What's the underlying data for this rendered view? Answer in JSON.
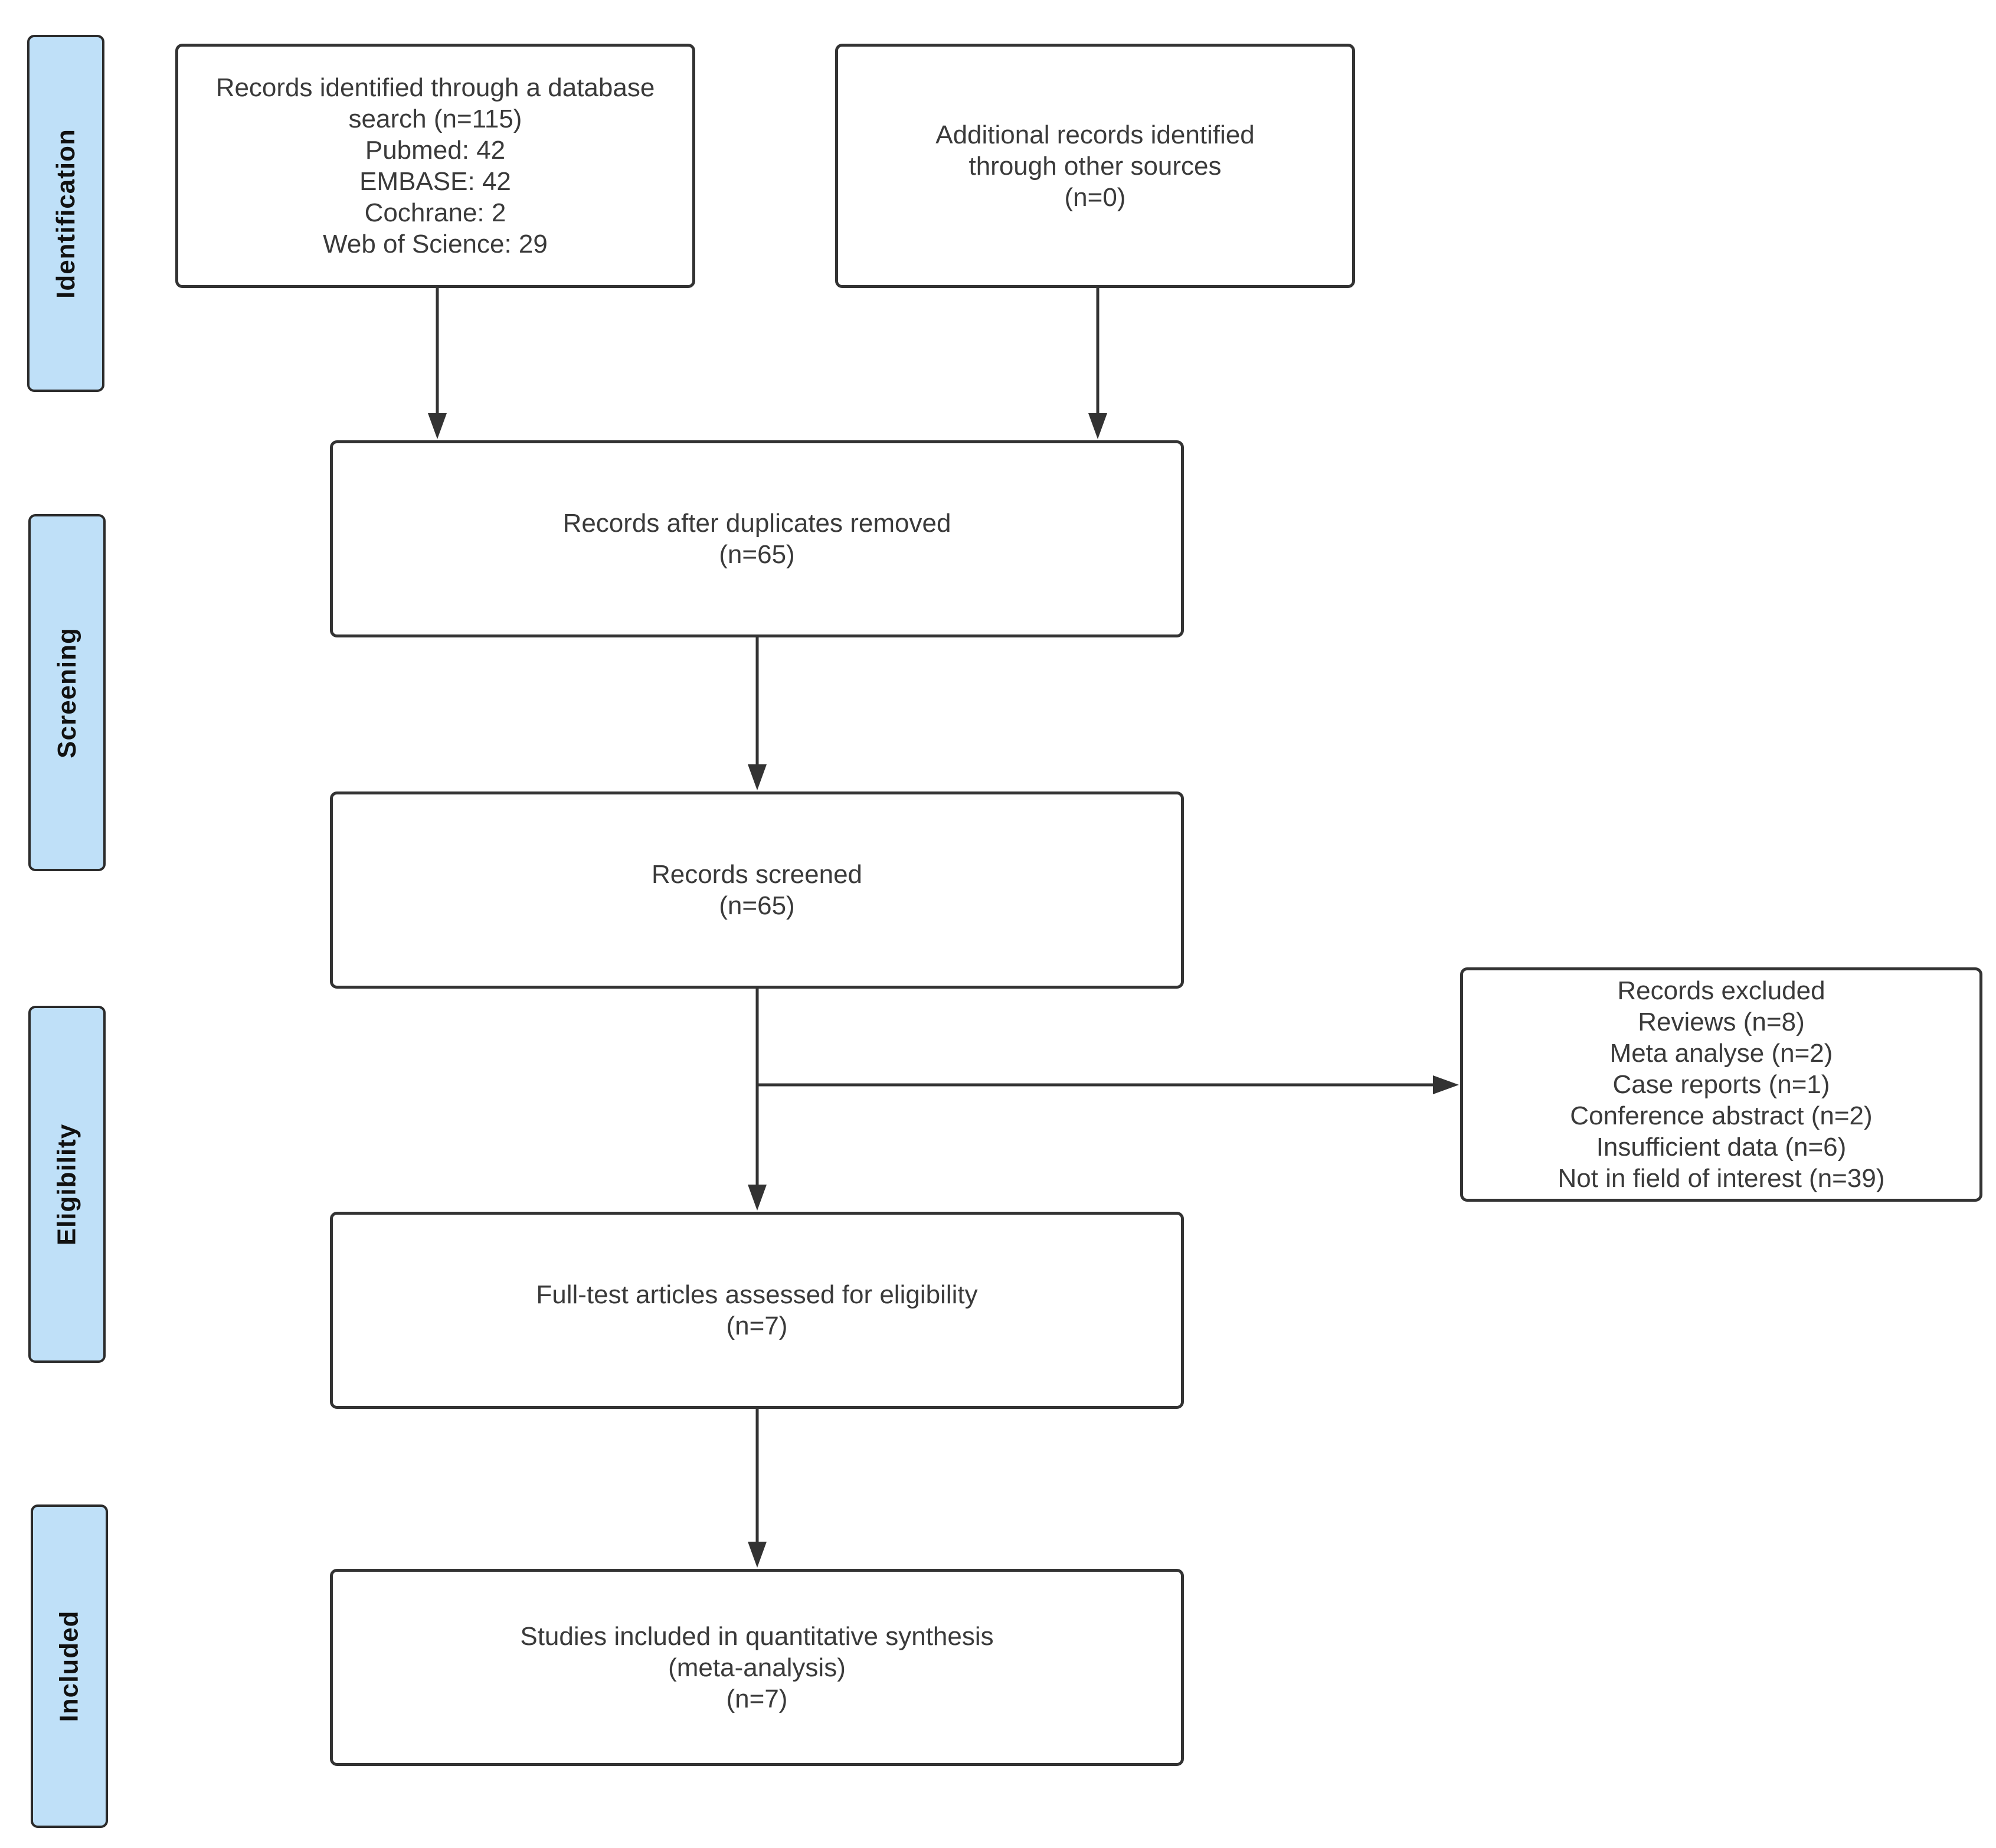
{
  "stages": {
    "identification": "Identification",
    "screening": "Screening",
    "eligibility": "Eligibility",
    "included": "Included"
  },
  "boxes": {
    "database_search": {
      "lines": [
        "Records identified through a database",
        "search  (n=115)",
        "Pubmed: 42",
        "EMBASE: 42",
        "Cochrane: 2",
        "Web of Science: 29"
      ]
    },
    "other_sources": {
      "lines": [
        "Additional records identified",
        "through other sources",
        "(n=0)"
      ]
    },
    "duplicates_removed": {
      "lines": [
        "Records after duplicates removed",
        "(n=65)"
      ]
    },
    "screened": {
      "lines": [
        "Records screened",
        "(n=65)"
      ]
    },
    "excluded": {
      "lines": [
        "Records excluded",
        "Reviews (n=8)",
        "Meta analyse (n=2)",
        "Case reports (n=1)",
        "Conference abstract (n=2)",
        "Insufficient data (n=6)",
        "Not in field of interest (n=39)"
      ]
    },
    "full_text": {
      "lines": [
        "Full-test articles assessed for eligibility",
        "(n=7)"
      ]
    },
    "included": {
      "lines": [
        "Studies included in quantitative synthesis",
        "(meta-analysis)",
        "(n=7)"
      ]
    }
  },
  "colors": {
    "stage_fill": "#bfe0f8",
    "stroke": "#333333",
    "text": "#3a3a3a"
  }
}
